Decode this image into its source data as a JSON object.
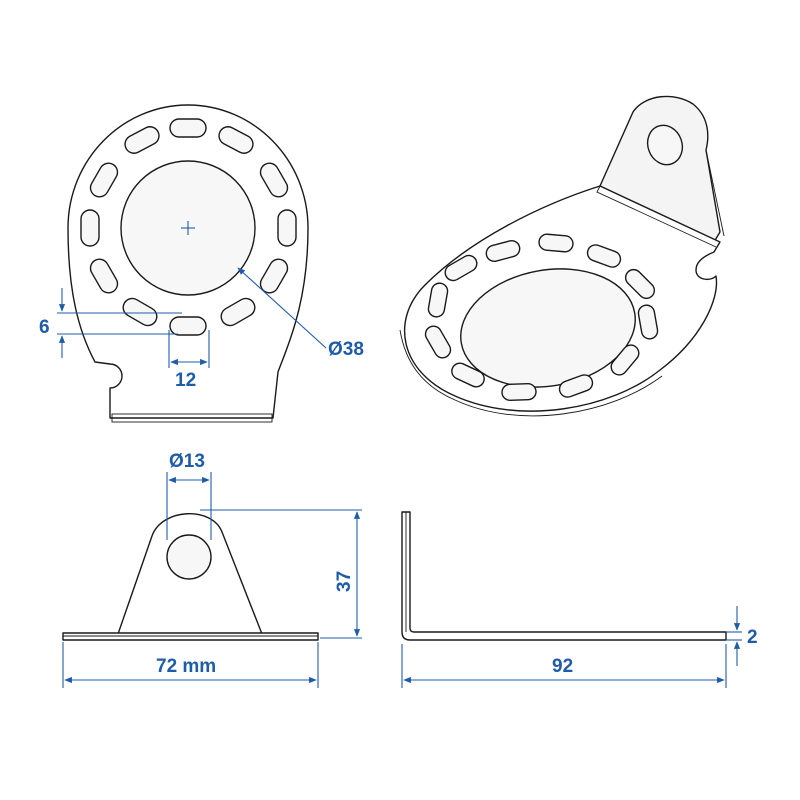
{
  "colors": {
    "dimension": "#1f5ca8",
    "outline": "#1a1a1a",
    "background": "#ffffff"
  },
  "dimensions": {
    "slot_height": "6",
    "slot_width": "12",
    "center_hole_diameter": "Ø38",
    "lug_hole_diameter": "Ø13",
    "lug_height": "37",
    "base_width": "72 mm",
    "base_length": "92",
    "thickness": "2"
  }
}
